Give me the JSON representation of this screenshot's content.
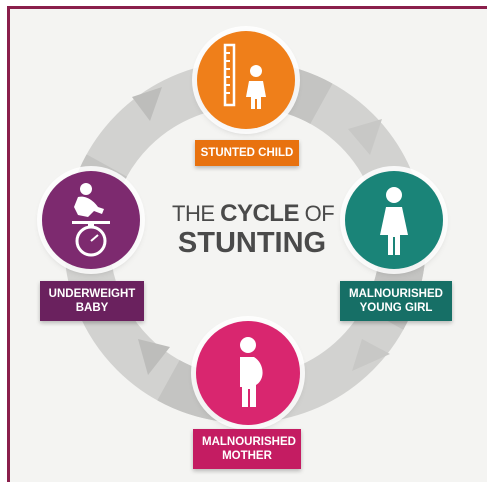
{
  "title": {
    "prefix": "THE",
    "emphasis": "CYCLE",
    "suffix": "OF",
    "line2": "STUNTING"
  },
  "nodes": [
    {
      "label": "STUNTED CHILD",
      "color": "#ef7f1a",
      "label_color": "#e8720f",
      "icon": "height-ruler-child-icon"
    },
    {
      "label": "MALNOURISHED YOUNG GIRL",
      "color": "#1a8478",
      "label_color": "#166f66",
      "icon": "young-girl-icon"
    },
    {
      "label": "MALNOURISHED MOTHER",
      "color": "#d9266f",
      "label_color": "#c41c62",
      "icon": "pregnant-mother-icon"
    },
    {
      "label": "UNDERWEIGHT BABY",
      "color": "#7d2a6f",
      "label_color": "#6a215e",
      "icon": "baby-on-scale-icon"
    }
  ]
}
